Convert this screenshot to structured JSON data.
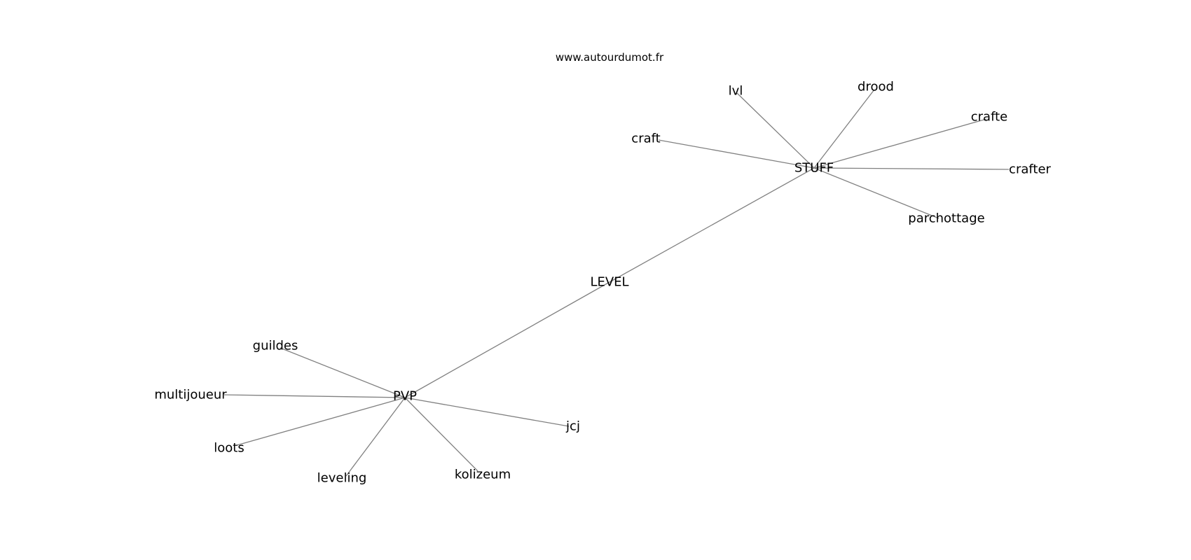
{
  "watermark": "www.autourdumot.fr",
  "colors": {
    "edge": "#808080",
    "text": "#000000",
    "background": "#ffffff"
  },
  "nodes": [
    {
      "id": "stuff",
      "label": "STUFF"
    },
    {
      "id": "level",
      "label": "LEVEL"
    },
    {
      "id": "pvp",
      "label": "PVP"
    },
    {
      "id": "lvl",
      "label": "lvl"
    },
    {
      "id": "drood",
      "label": "drood"
    },
    {
      "id": "crafte",
      "label": "crafte"
    },
    {
      "id": "craft",
      "label": "craft"
    },
    {
      "id": "crafter",
      "label": "crafter"
    },
    {
      "id": "parchottage",
      "label": "parchottage"
    },
    {
      "id": "guildes",
      "label": "guildes"
    },
    {
      "id": "multijoueur",
      "label": "multijoueur"
    },
    {
      "id": "loots",
      "label": "loots"
    },
    {
      "id": "leveling",
      "label": "leveling"
    },
    {
      "id": "kolizeum",
      "label": "kolizeum"
    },
    {
      "id": "jcj",
      "label": "jcj"
    }
  ],
  "edges": [
    {
      "from": "stuff",
      "to": "lvl"
    },
    {
      "from": "stuff",
      "to": "drood"
    },
    {
      "from": "stuff",
      "to": "crafte"
    },
    {
      "from": "stuff",
      "to": "craft"
    },
    {
      "from": "stuff",
      "to": "crafter"
    },
    {
      "from": "stuff",
      "to": "parchottage"
    },
    {
      "from": "stuff",
      "to": "level"
    },
    {
      "from": "level",
      "to": "pvp"
    },
    {
      "from": "pvp",
      "to": "guildes"
    },
    {
      "from": "pvp",
      "to": "multijoueur"
    },
    {
      "from": "pvp",
      "to": "loots"
    },
    {
      "from": "pvp",
      "to": "leveling"
    },
    {
      "from": "pvp",
      "to": "kolizeum"
    },
    {
      "from": "pvp",
      "to": "jcj"
    }
  ]
}
